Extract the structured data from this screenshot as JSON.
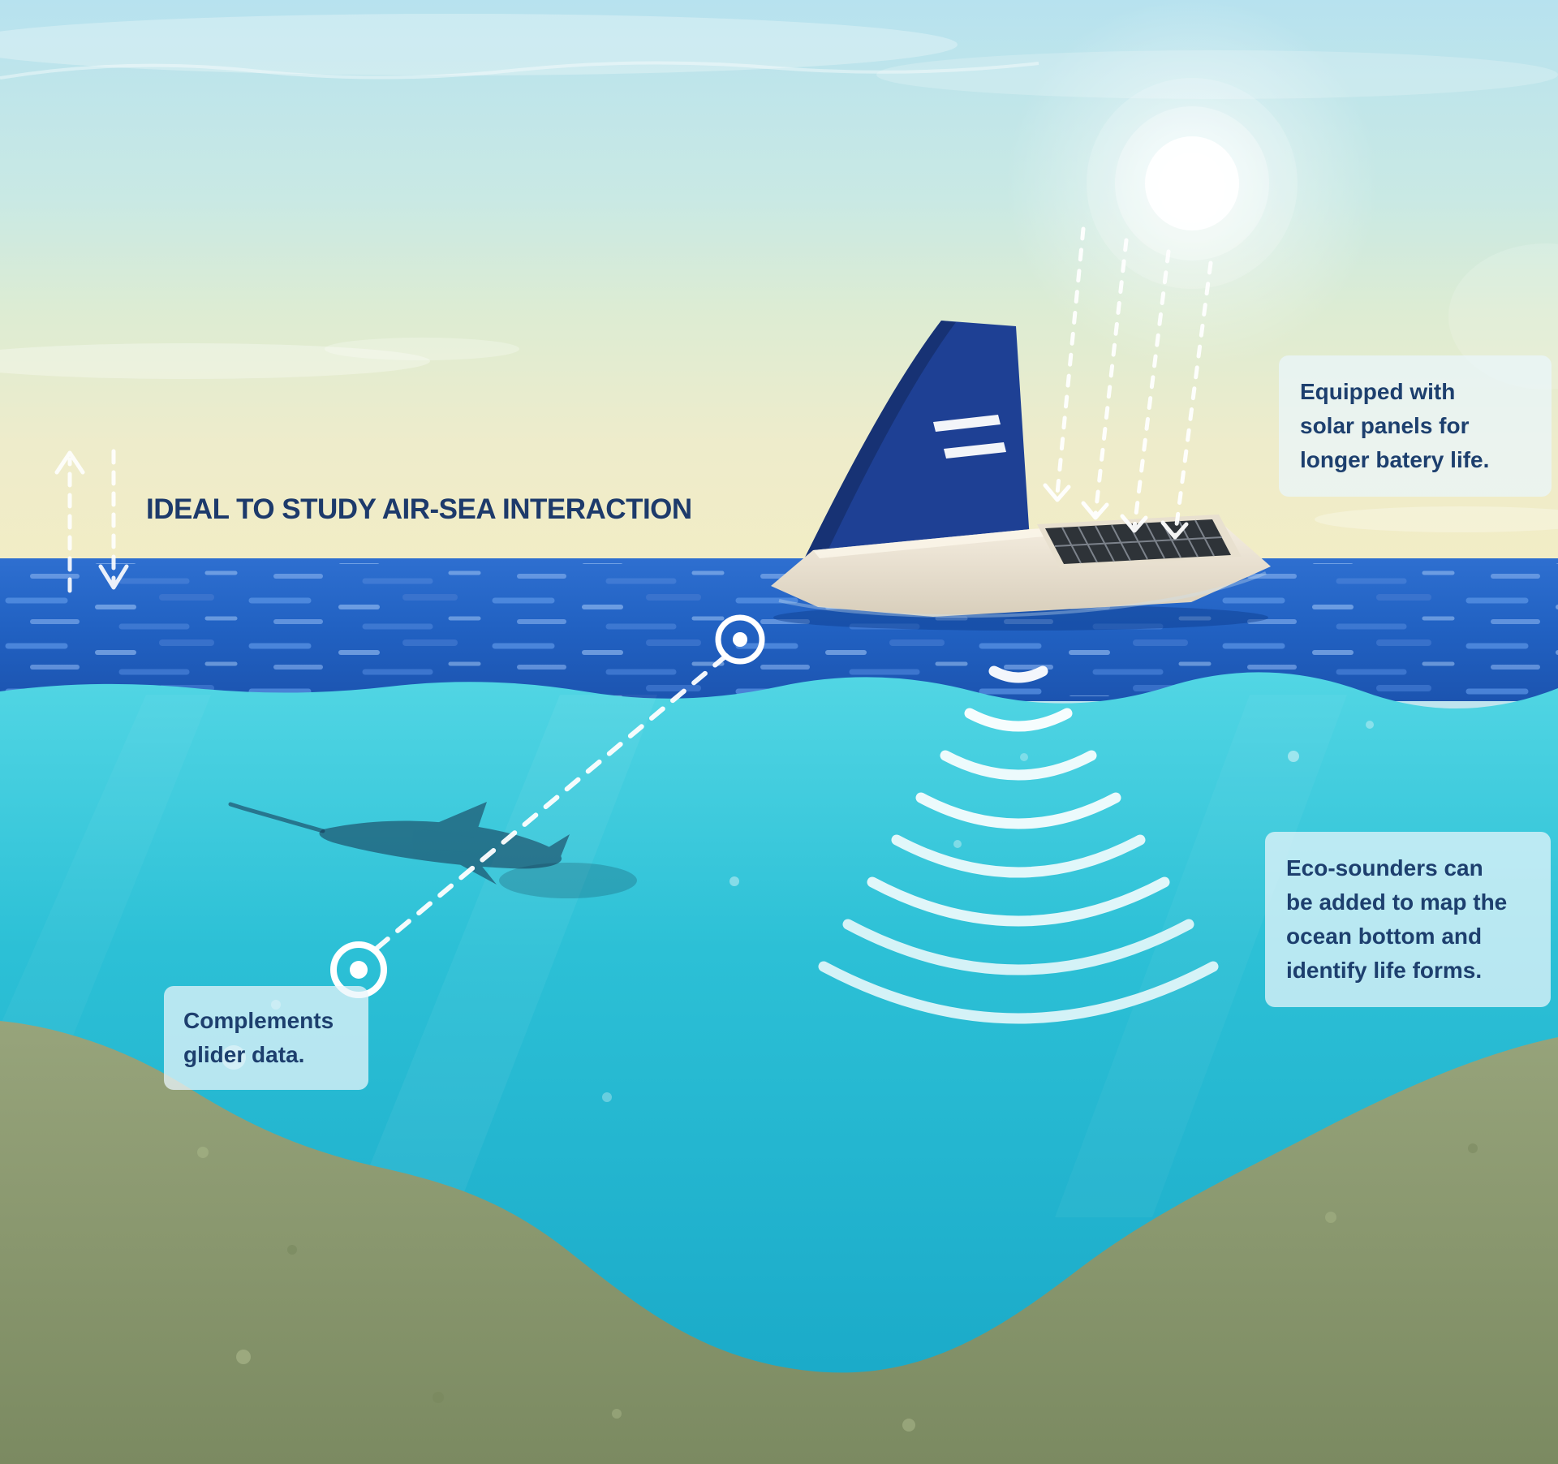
{
  "scene": {
    "title": "IDEAL TO STUDY AIR-SEA INTERACTION"
  },
  "callouts": {
    "solar_panels": {
      "lines": [
        "Equipped with",
        "solar panels for",
        "longer batery life."
      ]
    },
    "echo_sounders": {
      "lines": [
        "Eco-sounders can",
        "be added to map the",
        "ocean bottom and",
        "identify life forms."
      ]
    },
    "glider_data": {
      "lines": [
        "Complements",
        "glider data."
      ]
    }
  },
  "icons": {
    "sun-icon": "white glowing disc with halo",
    "sun-rays-icon": "dashed arrows from sun to solar panel",
    "saildrone-icon": "uncrewed surface vehicle with rigid blue sail",
    "solar-panel-icon": "dark grid panel on deck",
    "sonar-arcs-icon": "concentric white arcs pinging downward",
    "underwater-glider-icon": "dark torpedo-shaped glider silhouette",
    "waypoint-target-icon": "white concentric circle marker",
    "air-sea-arrows-icon": "dashed up and down exchange arrows",
    "comm-link-icon": "white dashed line between drone and glider"
  },
  "colors": {
    "sky_top": "#b7e2ef",
    "sky_horizon": "#f2edc5",
    "sea_surface": "#2161c2",
    "underwater": "#2cc0d6",
    "seafloor": "#8d9c72",
    "sail": "#1e4094",
    "hull": "#efe7d8",
    "text_navy": "#1d3a6b",
    "callout_bg": "#e9f6fb",
    "accent_white": "#ffffff"
  }
}
